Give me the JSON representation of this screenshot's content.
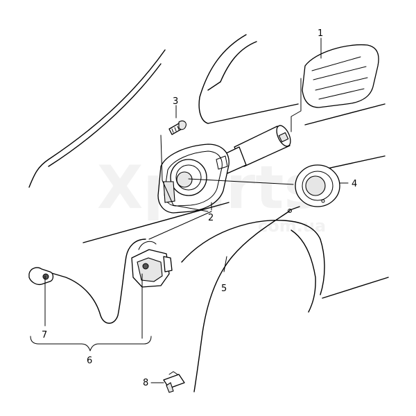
{
  "watermark": {
    "brand": "Xparts",
    "domain": "com.ua"
  },
  "callouts": [
    {
      "id": "1",
      "label": "1"
    },
    {
      "id": "2",
      "label": "2"
    },
    {
      "id": "3",
      "label": "3"
    },
    {
      "id": "4",
      "label": "4"
    },
    {
      "id": "5",
      "label": "5"
    },
    {
      "id": "6",
      "label": "6"
    },
    {
      "id": "7",
      "label": "7"
    },
    {
      "id": "8",
      "label": "8"
    }
  ],
  "colors": {
    "line": "#000000",
    "background": "#ffffff",
    "watermark": "#f2f2f2"
  }
}
